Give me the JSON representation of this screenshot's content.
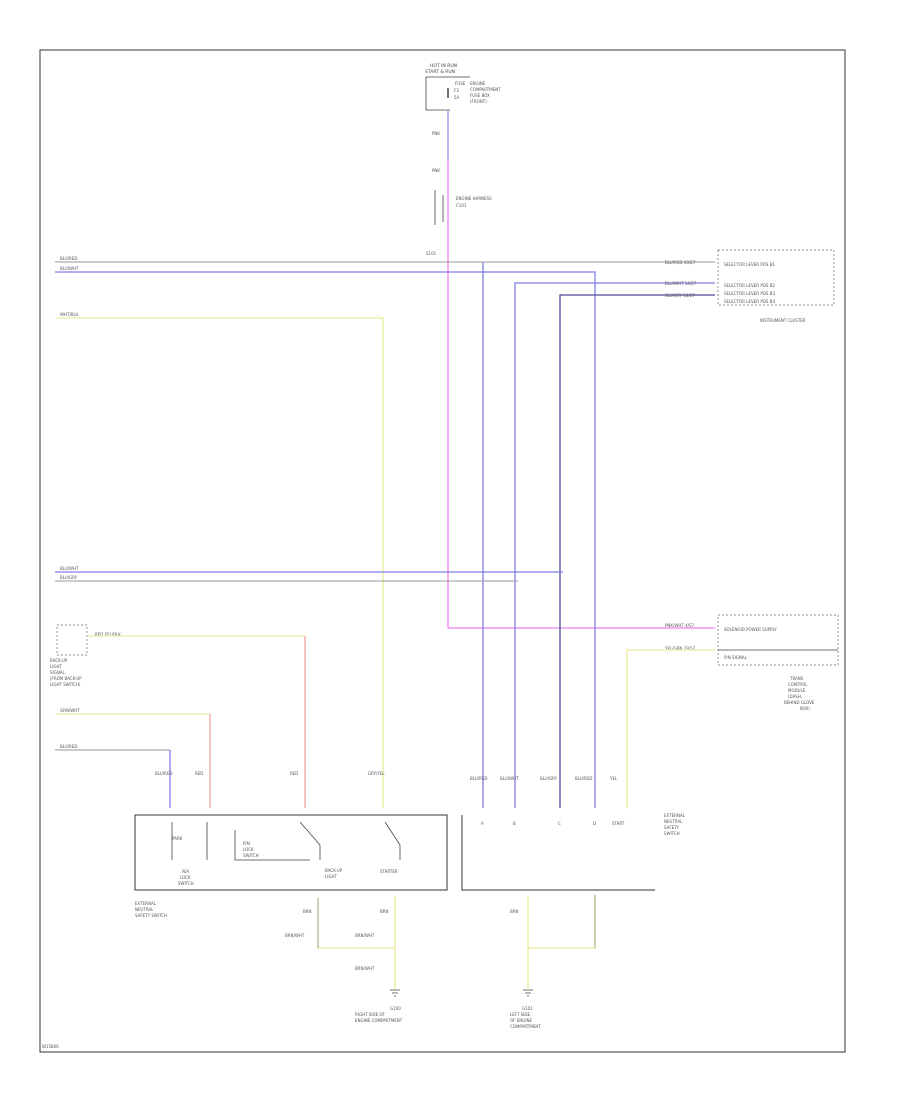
{
  "diagram": {
    "footer_code": "W15866",
    "colors": {
      "blue": "#7f7fe6",
      "blue_dark": "#4b4b99",
      "pink": "#f07ff0",
      "yellow": "#ecec99",
      "red": "#f0a0a0",
      "gray": "#999999",
      "frame": "#333333"
    },
    "top_fuse": {
      "title_1": "HOT IN RUN",
      "title_2": "START & RUN",
      "fuse_label": "FUSE",
      "fuse_id": "F3",
      "fuse_amp": "5A",
      "location_1": "ENGINE",
      "location_2": "COMPARTMENT",
      "location_3": "FUSE BOX",
      "location_4": "(FRONT)",
      "wire_1": "PNK",
      "wire_2": "PNK",
      "splice_label": "S101",
      "connector_label": "ENGINE HARNESS",
      "connector_label_2": "C101"
    },
    "left_wires": {
      "w1": "BLU/RED",
      "w2": "BLU/WHT",
      "w3": "WHT/BLU",
      "w4": "BLU/WHT",
      "w5": "BLU/GRY",
      "w6": "GRN/WHT",
      "w7": "BLU/RED"
    },
    "right_module": {
      "pin_1": "BLU/RED 10/27",
      "pin_2": "BLU/WHT 14/27",
      "pin_3": "BLU/GRY 18/27",
      "label_1": "SELECTOR LEVER POS B1",
      "label_2": "SELECTOR LEVER POS B2",
      "label_3": "SELECTOR LEVER POS B3",
      "label_4": "SELECTOR LEVER POS B4",
      "cluster": "INSTRUMENT CLUSTER"
    },
    "tcm": {
      "pin_pink": "PNK/WHT 4/57",
      "pin_yellow": "YEL/GRN 19/57",
      "label_1": "SOLENOID POWER SUPPLY",
      "label_2": "P/N SIGNAL",
      "name_1": "TRANS",
      "name_2": "CONTROL",
      "name_3": "MODULE",
      "name_4": "(DASH,",
      "name_5": "BEHIND GLOVE",
      "name_6": "BOX)"
    },
    "left_switch": {
      "label_1": "BACK-UP",
      "label_2": "LIGHT",
      "label_3": "SIGNAL",
      "label_4": "(FROM BACK-UP",
      "label_5": "LIGHT SWITCH)",
      "wire": "RED   YEL/BLK"
    },
    "bottom_left_box": {
      "name_1": "PARK",
      "name_2": "N/A",
      "name_3": "LOCK",
      "name_4": "SWITCH",
      "caption_1": "EXTERNAL",
      "caption_2": "NEUTRAL",
      "caption_3": "SAFETY SWITCH",
      "contact_1": "P/N",
      "contact_2": "LOCK",
      "contact_3": "SWITCH",
      "contact_4": "BACK-UP",
      "contact_5": "LIGHT",
      "contact_6": "STARTER"
    },
    "bottom_pins": {
      "p1": "BLU/RED",
      "p2": "RED",
      "p3": "RED",
      "p4": "GRY/YEL",
      "p5": "BLU/RED",
      "p6": "BLU/WHT",
      "p7": "BLU/GRY",
      "p8": "BLU/RED",
      "p9": "YEL"
    },
    "right_box": {
      "caption_1": "EXTERNAL",
      "caption_2": "NEUTRAL",
      "caption_3": "SAFETY",
      "caption_4": "SWITCH",
      "t1": "A",
      "t2": "B",
      "t3": "C",
      "t4": "D",
      "t5": "START"
    },
    "grounds": {
      "g1_wire": "BRN/WHT",
      "g2_wire": "BRN/WHT",
      "g3_wire": "BRN/WHT",
      "g1_id": "G100",
      "g1_label_1": "RIGHT SIDE OF",
      "g1_label_2": "ENGINE COMPARTMENT",
      "g2_id": "G101",
      "g2_label_1": "LEFT SIDE",
      "g2_label_2": "OF ENGINE",
      "g2_label_3": "COMPARTMENT",
      "bw1": "BRN",
      "bw2": "BRN",
      "bw3": "BRN"
    }
  }
}
